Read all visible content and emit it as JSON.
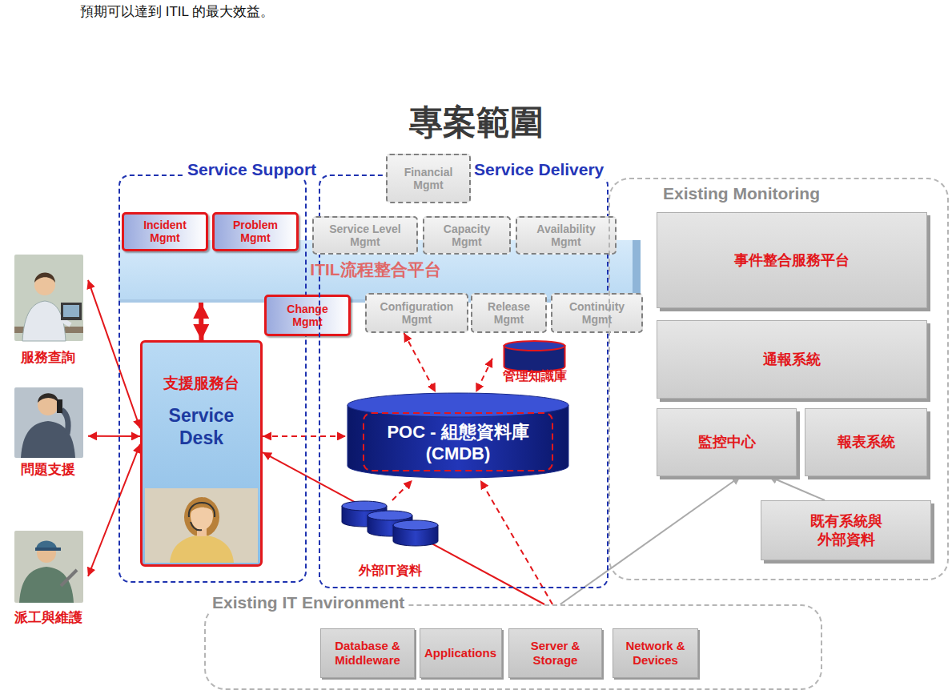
{
  "diagram": {
    "title": "專案範圍",
    "nodes": [
      {
        "text": [
          "Service Support"
        ]
      },
      {
        "text": [
          "Incident Mgmt"
        ],
        "in": 0
      },
      {
        "text": [
          "Problem Mgmt"
        ],
        "in": 0
      },
      {
        "text": [
          "Change Mgmt"
        ],
        "in": 0
      },
      {
        "text": [
          "支援服務台",
          "Service Desk"
        ],
        "in": 0
      },
      {
        "text": [
          "Service Delivery"
        ]
      },
      {
        "text": [
          "Financial Mgmt"
        ],
        "in": 5
      },
      {
        "text": [
          "Service Level Mgmt"
        ],
        "in": 5
      },
      {
        "text": [
          "Capacity Mgmt"
        ],
        "in": 5
      },
      {
        "text": [
          "Availability Mgmt"
        ],
        "in": 5
      },
      {
        "text": [
          "Configuration Mgmt"
        ],
        "in": 5
      },
      {
        "text": [
          "Release Mgmt"
        ],
        "in": 5
      },
      {
        "text": [
          "Continuity Mgmt"
        ],
        "in": 5
      },
      {
        "text": [
          "管理知識庫"
        ],
        "in": 5
      },
      {
        "text": [
          "POC - 組態資料庫 (CMDB)"
        ],
        "in": 5
      },
      {
        "text": [
          "外部IT資料"
        ],
        "in": 5
      },
      {
        "text": [
          "ITIL流程整合平台"
        ]
      },
      {
        "text": [
          "Existing Monitoring"
        ]
      },
      {
        "text": [
          "事件整合服務平台"
        ],
        "in": 17
      },
      {
        "text": [
          "通報系統"
        ],
        "in": 17
      },
      {
        "text": [
          "監控中心"
        ],
        "in": 17
      },
      {
        "text": [
          "報表系統"
        ],
        "in": 17
      },
      {
        "text": [
          "既有系統與 外部資料"
        ],
        "in": 17
      },
      {
        "text": [
          "Existing IT Environment"
        ]
      },
      {
        "text": [
          "Database & Middleware"
        ],
        "in": 23
      },
      {
        "text": [
          "Applications"
        ],
        "in": 23
      },
      {
        "text": [
          "Server & Storage"
        ],
        "in": 23
      },
      {
        "text": [
          "Network & Devices"
        ],
        "in": 23
      },
      {
        "text": [
          "服務查詢"
        ]
      },
      {
        "text": [
          "問題支援"
        ]
      },
      {
        "text": [
          "派工與維護"
        ]
      }
    ],
    "edges": [
      {
        "from": 28,
        "to": 4,
        "arrow": "both"
      },
      {
        "from": 29,
        "to": 4,
        "arrow": "both"
      },
      {
        "from": 30,
        "to": 4,
        "arrow": "both"
      },
      {
        "from": 4,
        "to": 16,
        "arrow": "both"
      },
      {
        "from": 4,
        "to": 14,
        "arrow": "both"
      },
      {
        "from": 10,
        "to": 14,
        "arrow": "both"
      },
      {
        "from": 13,
        "to": 14,
        "arrow": "both"
      },
      {
        "from": 15,
        "to": 14,
        "arrow": "to"
      },
      {
        "from": 23,
        "to": 14,
        "arrow": "to"
      },
      {
        "from": 23,
        "to": 4,
        "arrow": "to"
      },
      {
        "from": 23,
        "to": 20,
        "arrow": "to"
      },
      {
        "from": 22,
        "to": 20,
        "arrow": "to"
      }
    ],
    "labels": [
      "預期可以達到 ITIL 的最大效益。"
    ]
  }
}
